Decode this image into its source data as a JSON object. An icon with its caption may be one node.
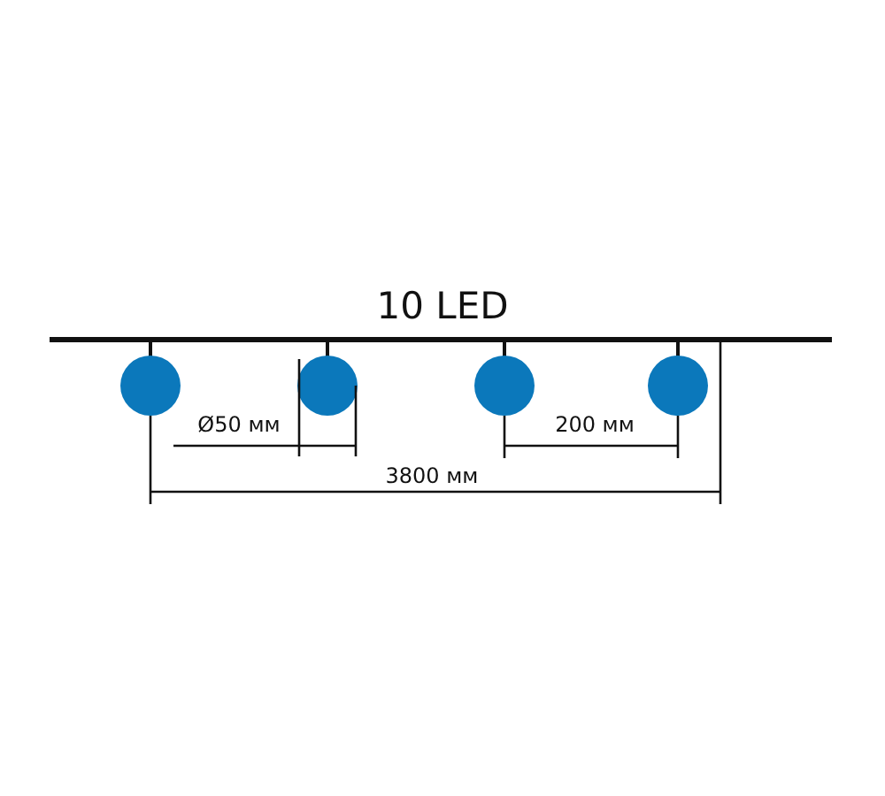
{
  "diagram": {
    "title": "10 LED",
    "labels": [
      "Ø50 мм",
      "200 мм",
      "3800 мм"
    ]
  }
}
